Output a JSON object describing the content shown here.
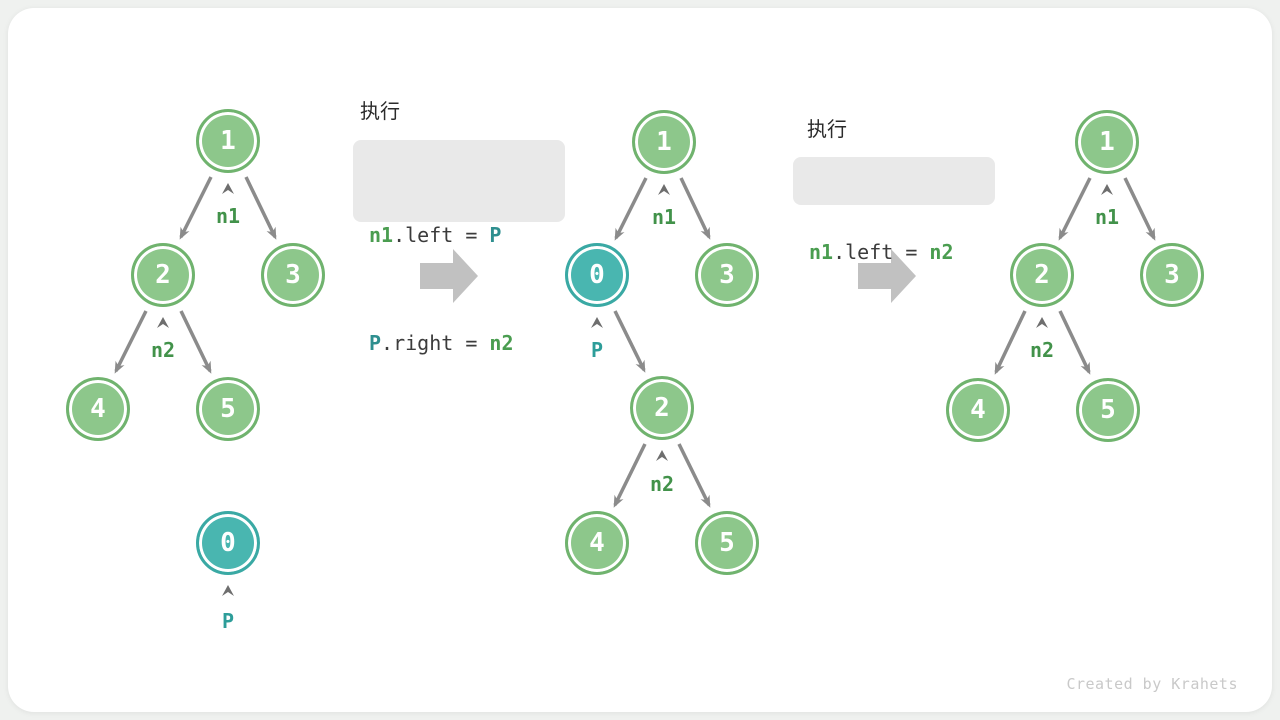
{
  "figure": {
    "footer_credit": "Created by Krahets",
    "colors": {
      "node_green_fill": "#8dc78b",
      "node_green_border": "#70b36e",
      "node_teal_fill": "#49b6b0",
      "node_teal_border": "#3aa9a4",
      "pointer_label_green": "#42924a",
      "pointer_label_teal": "#2d9d99",
      "edge_gray": "#8b8b8b",
      "block_arrow_gray": "#c1c1c1",
      "code_keyword_green": "#4a9d50",
      "code_keyword_teal": "#2e8f8f",
      "code_box_bg": "#e9e9e9"
    },
    "code_blocks": [
      {
        "title": "执行",
        "lines": [
          {
            "tokens": [
              {
                "text": "n1"
              },
              {
                "text": ".left = "
              },
              {
                "text": "P"
              }
            ]
          },
          {
            "tokens": [
              {
                "text": "P"
              },
              {
                "text": ".right = "
              },
              {
                "text": "n2"
              }
            ]
          }
        ]
      },
      {
        "title": "执行",
        "lines": [
          {
            "tokens": [
              {
                "text": "n1"
              },
              {
                "text": ".left = "
              },
              {
                "text": "n2"
              }
            ]
          }
        ]
      }
    ],
    "trees": [
      {
        "id": "initial",
        "nodes": [
          {
            "value": "1"
          },
          {
            "value": "2"
          },
          {
            "value": "3"
          },
          {
            "value": "4"
          },
          {
            "value": "5"
          }
        ],
        "pointers": [
          {
            "label": "n1"
          },
          {
            "label": "n2"
          }
        ],
        "detached": {
          "value": "0",
          "pointer": "P"
        }
      },
      {
        "id": "after-insert",
        "nodes": [
          {
            "value": "1"
          },
          {
            "value": "0"
          },
          {
            "value": "3"
          },
          {
            "value": "2"
          },
          {
            "value": "4"
          },
          {
            "value": "5"
          }
        ],
        "pointers": [
          {
            "label": "n1"
          },
          {
            "label": "P"
          },
          {
            "label": "n2"
          }
        ]
      },
      {
        "id": "after-remove",
        "nodes": [
          {
            "value": "1"
          },
          {
            "value": "2"
          },
          {
            "value": "3"
          },
          {
            "value": "4"
          },
          {
            "value": "5"
          }
        ],
        "pointers": [
          {
            "label": "n1"
          },
          {
            "label": "n2"
          }
        ]
      }
    ]
  }
}
